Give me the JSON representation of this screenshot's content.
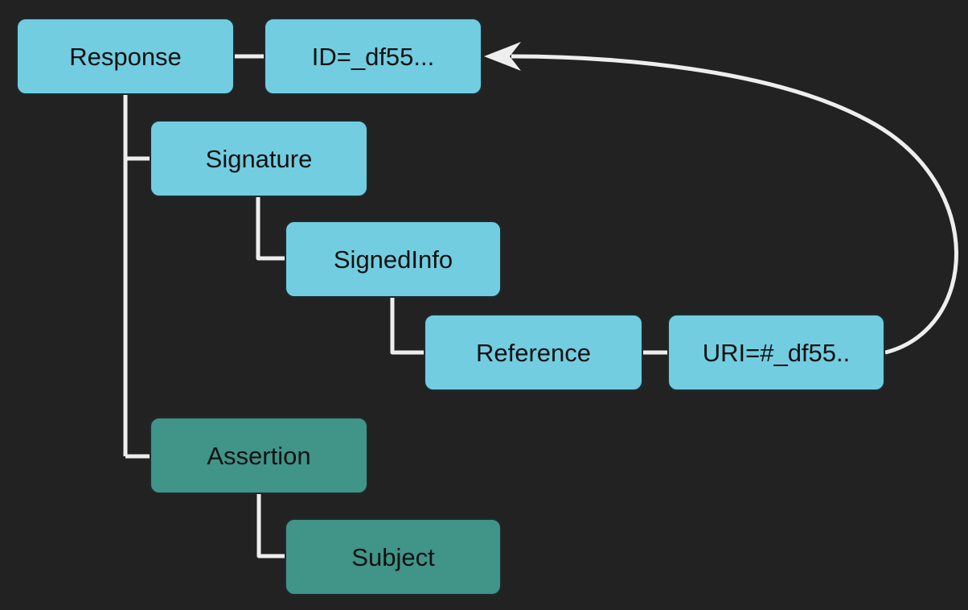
{
  "colors": {
    "background": "#222222",
    "signature_nodes": "#72cde0",
    "assertion_nodes": "#409488",
    "connectors": "#eeeeee"
  },
  "nodes": {
    "response": "Response",
    "response_id": "ID=_df55...",
    "signature": "Signature",
    "signed_info": "SignedInfo",
    "reference": "Reference",
    "reference_uri": "URI=#_df55..",
    "assertion": "Assertion",
    "subject": "Subject"
  }
}
